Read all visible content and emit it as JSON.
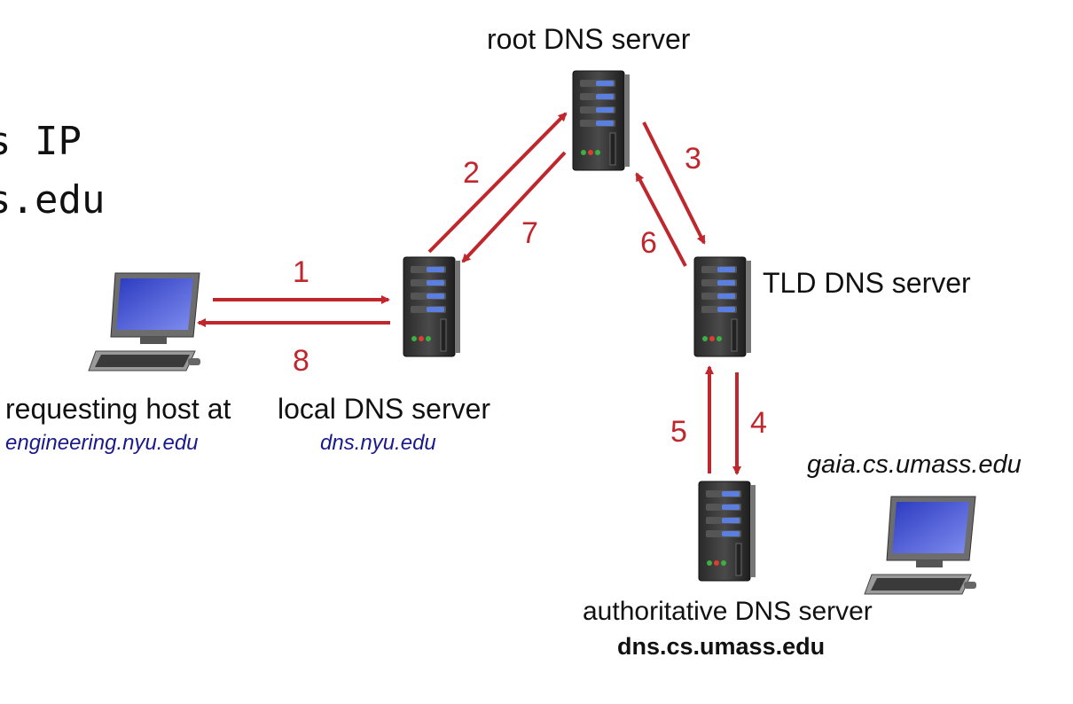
{
  "clipped_text": {
    "line1": "s IP",
    "line2": "s.edu"
  },
  "nodes": {
    "root": {
      "label": "root DNS server"
    },
    "tld": {
      "label": "TLD DNS server"
    },
    "local": {
      "label": "local DNS server",
      "host": "dns.nyu.edu"
    },
    "requesting": {
      "label": "requesting host at",
      "host": "engineering.nyu.edu"
    },
    "authoritative": {
      "label": "authoritative DNS server",
      "host": "dns.cs.umass.edu"
    },
    "target": {
      "host": "gaia.cs.umass.edu"
    }
  },
  "steps": [
    "1",
    "2",
    "3",
    "4",
    "5",
    "6",
    "7",
    "8"
  ],
  "colors": {
    "arrow": "#c0272d",
    "host_text": "#1a1a8c"
  }
}
